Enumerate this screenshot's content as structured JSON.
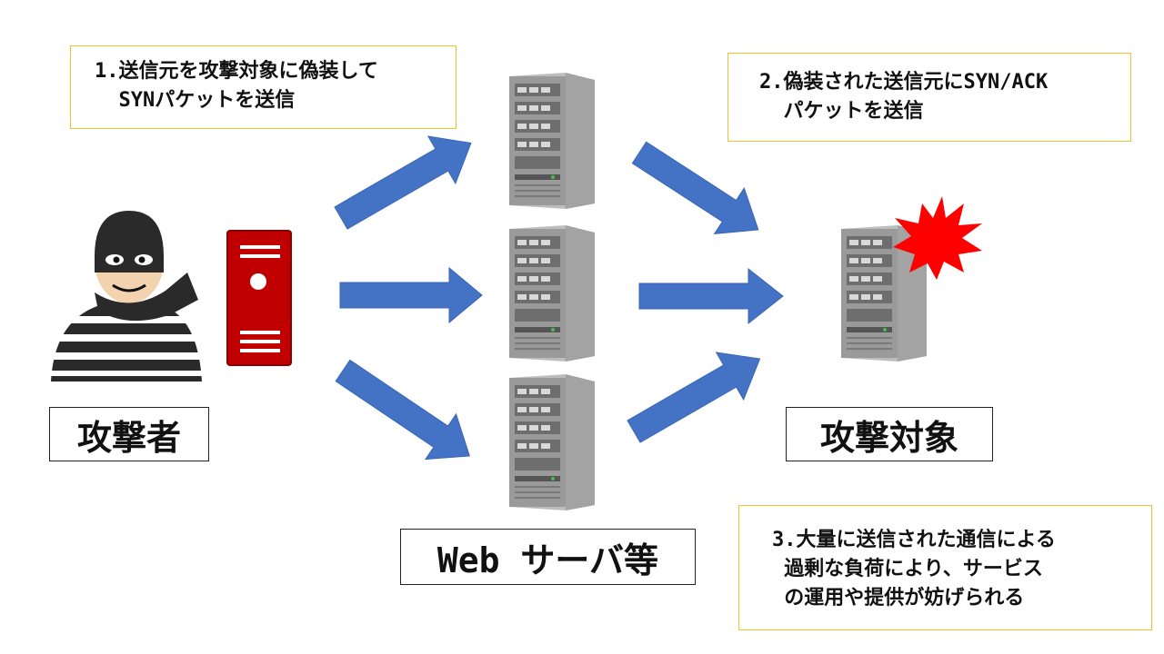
{
  "notes": {
    "step1": {
      "line1": "1.送信元を攻撃対象に偽装して",
      "line2": "  SYNパケットを送信"
    },
    "step2": {
      "line1": "2.偽装された送信元にSYN/ACK",
      "line2": "  パケットを送信"
    },
    "step3": {
      "line1": "3.大量に送信された通信による",
      "line2": " 過剰な負荷により、サービス",
      "line3": " の運用や提供が妨げられる"
    }
  },
  "labels": {
    "attacker": "攻撃者",
    "servers": "Web サーバ等",
    "target": "攻撃対象"
  },
  "colors": {
    "arrow": "#4472c4",
    "note_border": "#f2c12e",
    "attacker_pc": "#c00000",
    "server": "#9e9e9e",
    "burst": "#ff0000"
  },
  "icons": {
    "attacker": "thief-icon",
    "attacker_pc": "red-tower-pc-icon",
    "server": "server-rack-icon",
    "burst": "explosion-burst-icon"
  }
}
